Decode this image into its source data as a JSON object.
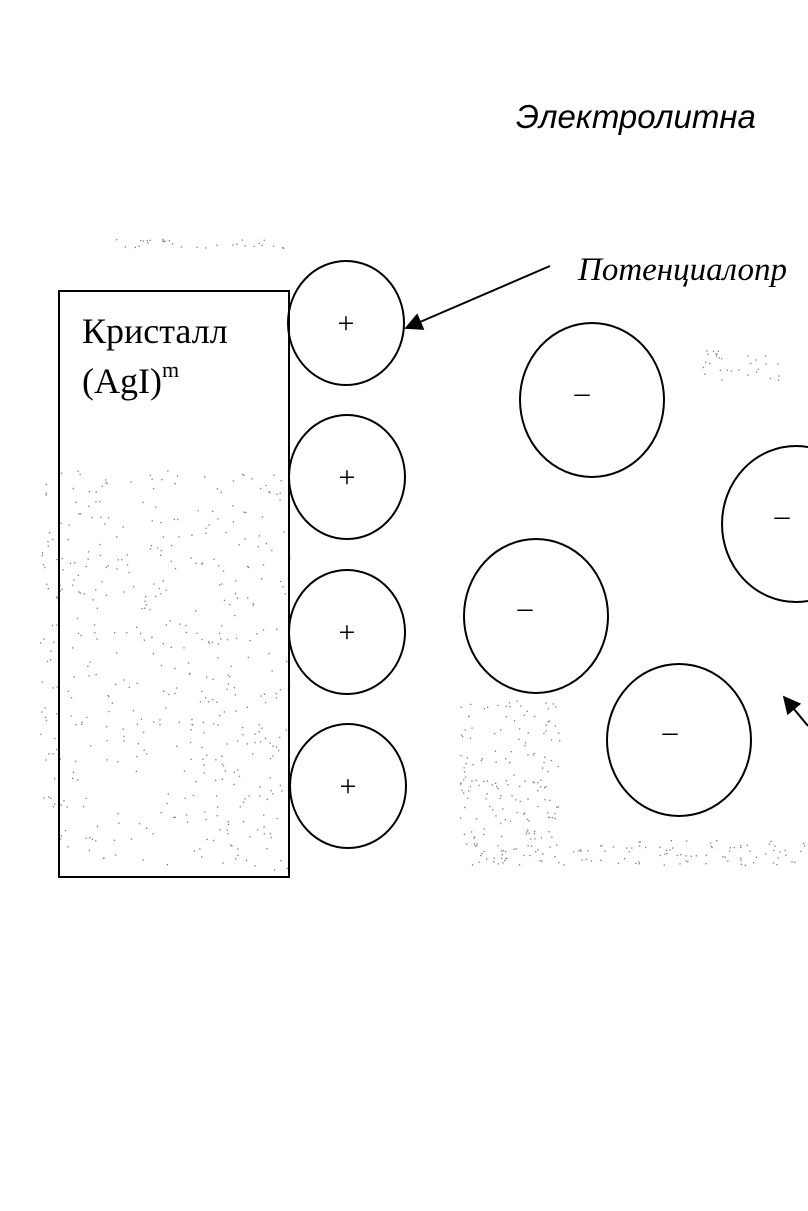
{
  "title": "Электролитна",
  "crystal": {
    "line1": "Кристалл",
    "line2_base": "(AgI)",
    "line2_sup": "m"
  },
  "potential_label": "Потенциалопр",
  "positive_ions": [
    {
      "sign": "+"
    },
    {
      "sign": "+"
    },
    {
      "sign": "+"
    },
    {
      "sign": "+"
    }
  ],
  "negative_ions": [
    {
      "sign": "–"
    },
    {
      "sign": "–"
    },
    {
      "sign": "–"
    },
    {
      "sign": "–"
    }
  ],
  "colors": {
    "stroke": "#000000",
    "background": "#ffffff",
    "speckle": "#7a7a7a"
  }
}
